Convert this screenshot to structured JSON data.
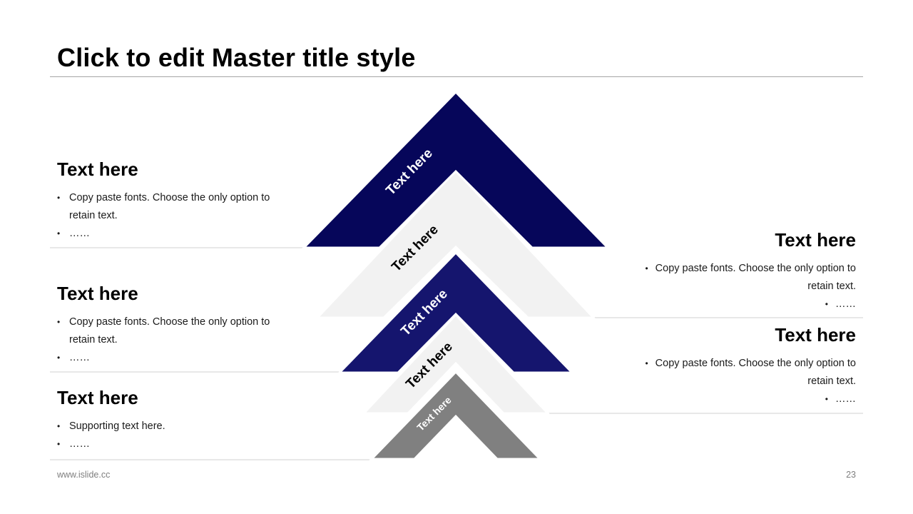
{
  "header": {
    "title": "Click to edit Master title style"
  },
  "diagram": {
    "chevrons": [
      {
        "label": "Text here",
        "fill": "#06065a",
        "text_color": "#ffffff"
      },
      {
        "label": "Text here",
        "fill": "#f2f2f2",
        "text_color": "#000000"
      },
      {
        "label": "Text here",
        "fill": "#15156e",
        "text_color": "#ffffff"
      },
      {
        "label": "Text here",
        "fill": "#f2f2f2",
        "text_color": "#000000"
      },
      {
        "label": "Text here",
        "fill": "#808080",
        "text_color": "#ffffff"
      }
    ]
  },
  "left_blocks": [
    {
      "heading": "Text here",
      "bullets": [
        "Copy paste fonts. Choose the only option to",
        "retain text.",
        "……"
      ]
    },
    {
      "heading": "Text here",
      "bullets": [
        "Copy paste fonts. Choose the only option to",
        "retain text.",
        "……"
      ]
    },
    {
      "heading": "Text here",
      "bullets": [
        "Supporting text here.",
        "……"
      ]
    }
  ],
  "right_blocks": [
    {
      "heading": "Text here",
      "bullets": [
        "Copy paste fonts. Choose the only option to",
        "retain text.",
        "……"
      ]
    },
    {
      "heading": "Text here",
      "bullets": [
        "Copy paste fonts. Choose the only option to",
        "retain text.",
        "……"
      ]
    }
  ],
  "footer": {
    "website": "www.islide.cc",
    "page_number": "23"
  },
  "colors": {
    "rule": "#d0d0d0",
    "accent_dark": "#06065a",
    "accent_mid": "#15156e",
    "gray": "#808080"
  }
}
